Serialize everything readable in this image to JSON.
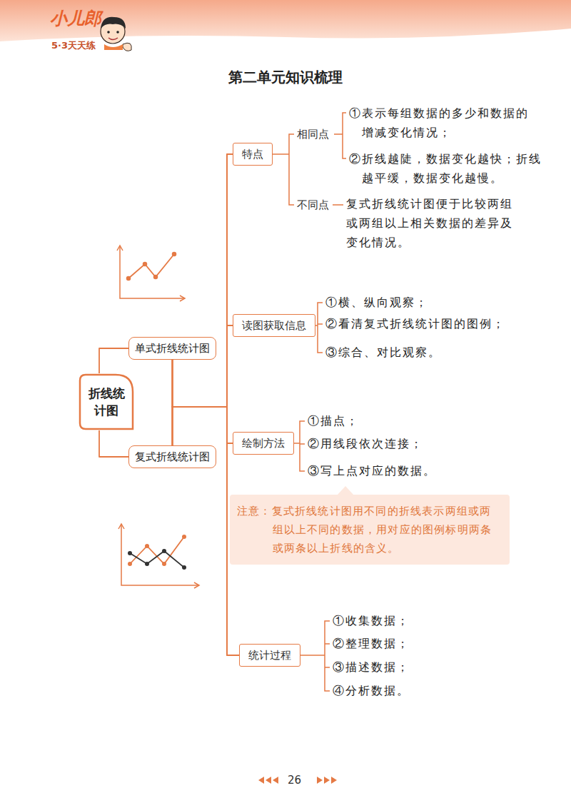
{
  "diagram": {
    "title": "第二单元知识梳理",
    "nodes": [
      {
        "text": [
          "折线统计图"
        ]
      },
      {
        "text": [
          "单式折线统计图"
        ]
      },
      {
        "text": [
          "复式折线统计图"
        ]
      },
      {
        "text": [
          "特点"
        ]
      },
      {
        "text": [
          "读图获取信息"
        ]
      },
      {
        "text": [
          "绘制方法"
        ]
      },
      {
        "text": [
          "统计过程"
        ]
      },
      {
        "text": [
          "注意：复式折线统计图用不同的折线表示两组或两组以上不同的数据，用对应的图例标明两条或两条以上折线的含义。"
        ]
      }
    ],
    "edges": [
      {
        "from": 0,
        "to": 1,
        "arrow": "none"
      },
      {
        "from": 0,
        "to": 2,
        "arrow": "none"
      },
      {
        "from": 1,
        "to": 3,
        "arrow": "none"
      },
      {
        "from": 1,
        "to": 4,
        "arrow": "none"
      },
      {
        "from": 1,
        "to": 5,
        "arrow": "none"
      },
      {
        "from": 1,
        "to": 6,
        "arrow": "none"
      },
      {
        "from": 2,
        "to": 3,
        "arrow": "none"
      },
      {
        "from": 2,
        "to": 4,
        "arrow": "none"
      },
      {
        "from": 2,
        "to": 5,
        "arrow": "none"
      },
      {
        "from": 2,
        "to": 6,
        "arrow": "none"
      }
    ],
    "labels": [
      "小儿郎",
      "5·3天天练",
      "相同点",
      "①表示每组数据的多少和数据的增减变化情况；",
      "②折线越陡，数据变化越快；折线越平缓，数据变化越慢。",
      "不同点",
      "复式折线统计图便于比较两组或两组以上相关数据的差异及变化情况。",
      "①横、纵向观察；",
      "②看清复式折线统计图的图例；",
      "③综合、对比观察。",
      "①描点；",
      "②用线段依次连接；",
      "③写上点对应的数据。",
      "①收集数据；",
      "②整理数据；",
      "③描述数据；",
      "④分析数据。",
      "26"
    ]
  }
}
